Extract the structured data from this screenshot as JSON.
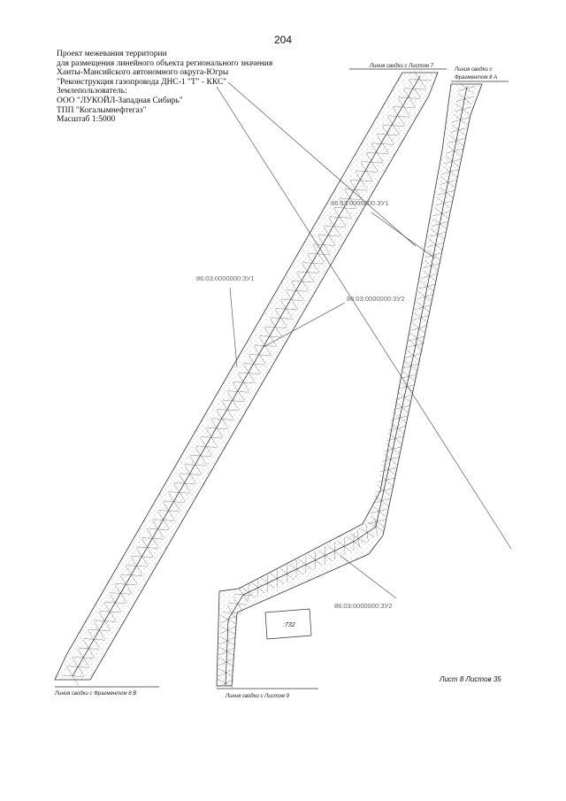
{
  "page_number": "204",
  "header": {
    "lines": [
      "Проект межевания территории",
      "для размещения линейного объекта регионального значения",
      "Ханты-Мансийского автономного округа-Югры",
      "\"Реконструкция газопровода ДНС-1 \"Т\" - ККС\"",
      "Землепользователь:",
      "ООО \"ЛУКОЙЛ-Западная Сибирь\"",
      "ТПП \"Когалымнефтегаз\"",
      "Масштаб 1:5000"
    ]
  },
  "match_lines": {
    "top_left": "Линия сводки с Листом 7",
    "top_right_line1": "Линия сводки с",
    "top_right_line2": "Фрагментом 8 А",
    "bottom_left": "Линия сводки с Фрагментом 8 В",
    "bottom_middle": "Линия сводки с Листом 9"
  },
  "parcels": {
    "zu1_left": "86:03:0000000:ЗУ1",
    "zu1_right": "86:03:0000000:ЗУ1",
    "zu2_middle": "86:03:0000000:ЗУ2",
    "zu2_bottom": "86:03:0000000:ЗУ2"
  },
  "plot_number": ":732",
  "sheet_label": "Лист 8 Листов 35"
}
